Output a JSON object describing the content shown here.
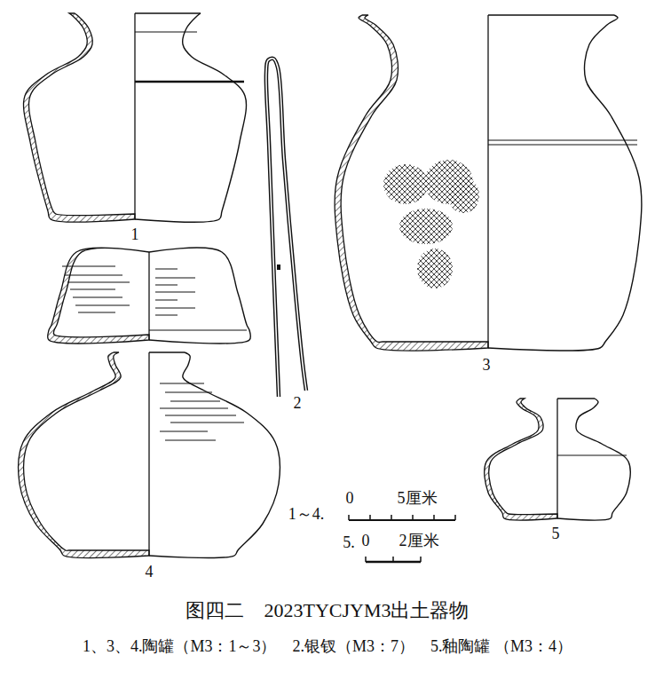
{
  "diagram": {
    "title": "图四二　2023TYCJYM3出土器物",
    "caption": "1、3、4.陶罐（M3：1～3）　2.银钗（M3：7）　5.釉陶罐 （M3：4）",
    "labels": [
      "1",
      "2",
      "3",
      "4",
      "5",
      "0",
      "5厘米",
      "1～4.",
      "0",
      "2厘米",
      "5."
    ]
  }
}
